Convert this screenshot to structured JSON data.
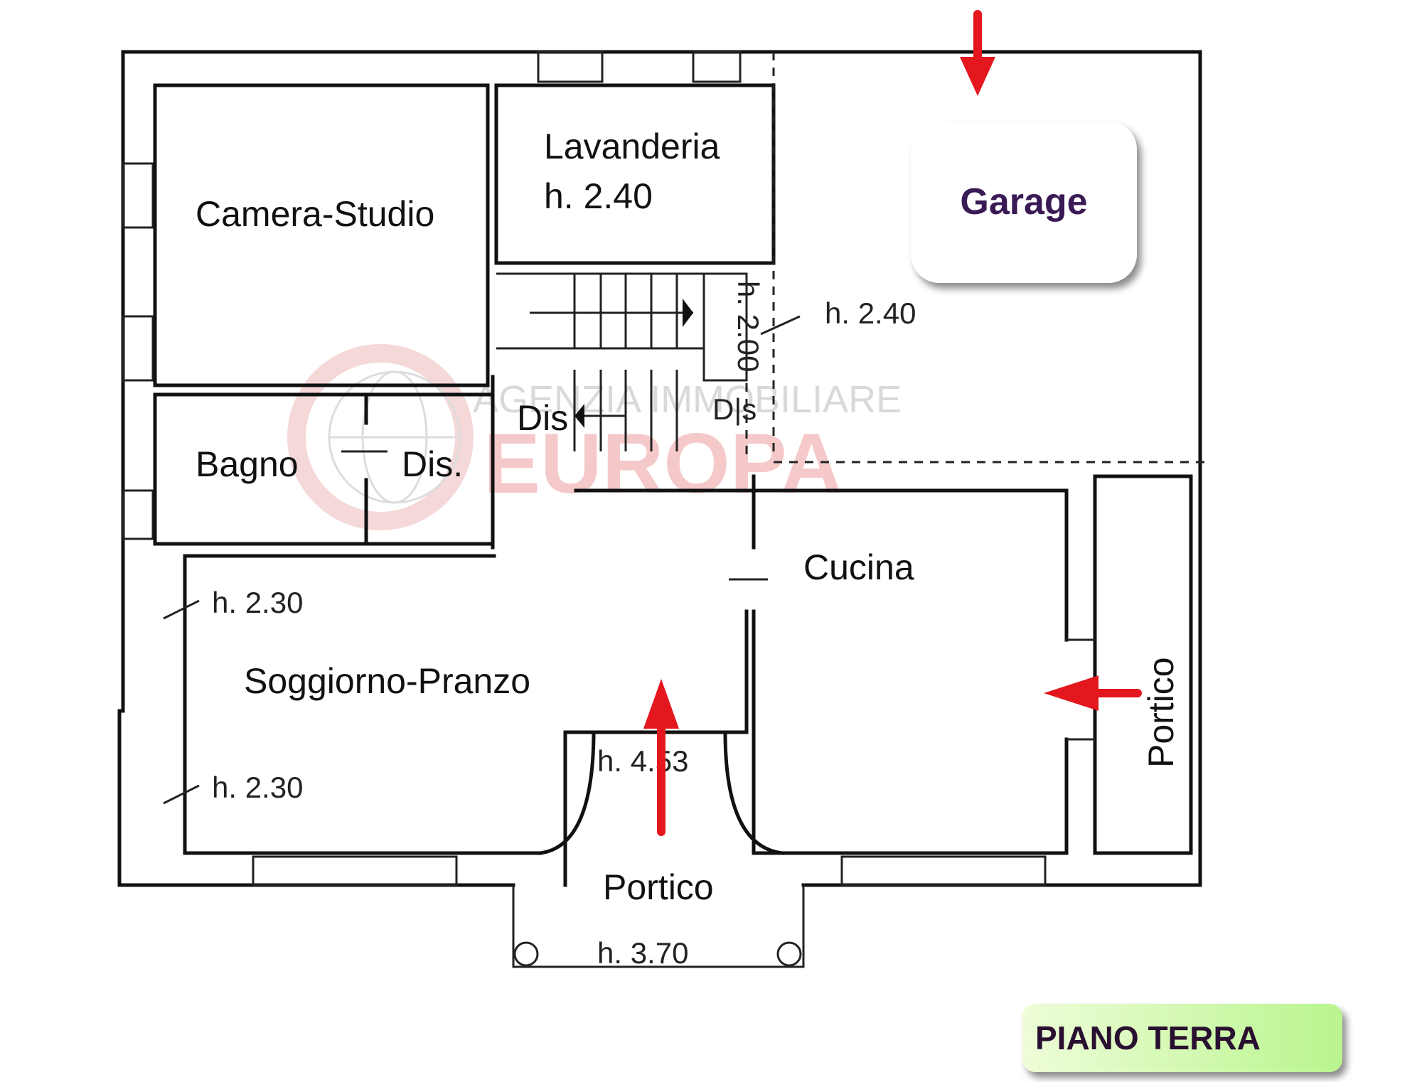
{
  "rooms": {
    "camera_studio": "Camera-Studio",
    "lavanderia": "Lavanderia",
    "lavanderia_height": "h. 2.40",
    "bagno": "Bagno",
    "dis_left": "Dis.",
    "dis_center": "Dis",
    "dis_right": "D|s",
    "cucina": "Cucina",
    "soggiorno": "Soggiorno-Pranzo",
    "portico_front": "Portico",
    "portico_side": "Portico",
    "garage": "Garage"
  },
  "heights": {
    "stair": "h. 2.00",
    "garage_side": "h. 2.40",
    "soggiorno_top": "h. 2.30",
    "soggiorno_bottom": "h. 2.30",
    "portico_inner": "h. 4.53",
    "portico_front": "h. 3.70"
  },
  "watermark": {
    "line1": "AGENZIA IMMOBILIARE",
    "line2": "EUROPA"
  },
  "level_label": "PIANO TERRA",
  "colors": {
    "arrow": "#e3171d",
    "garage_text": "#3a1a55",
    "badge_start": "#eefdd8",
    "badge_end": "#b9f58e"
  }
}
